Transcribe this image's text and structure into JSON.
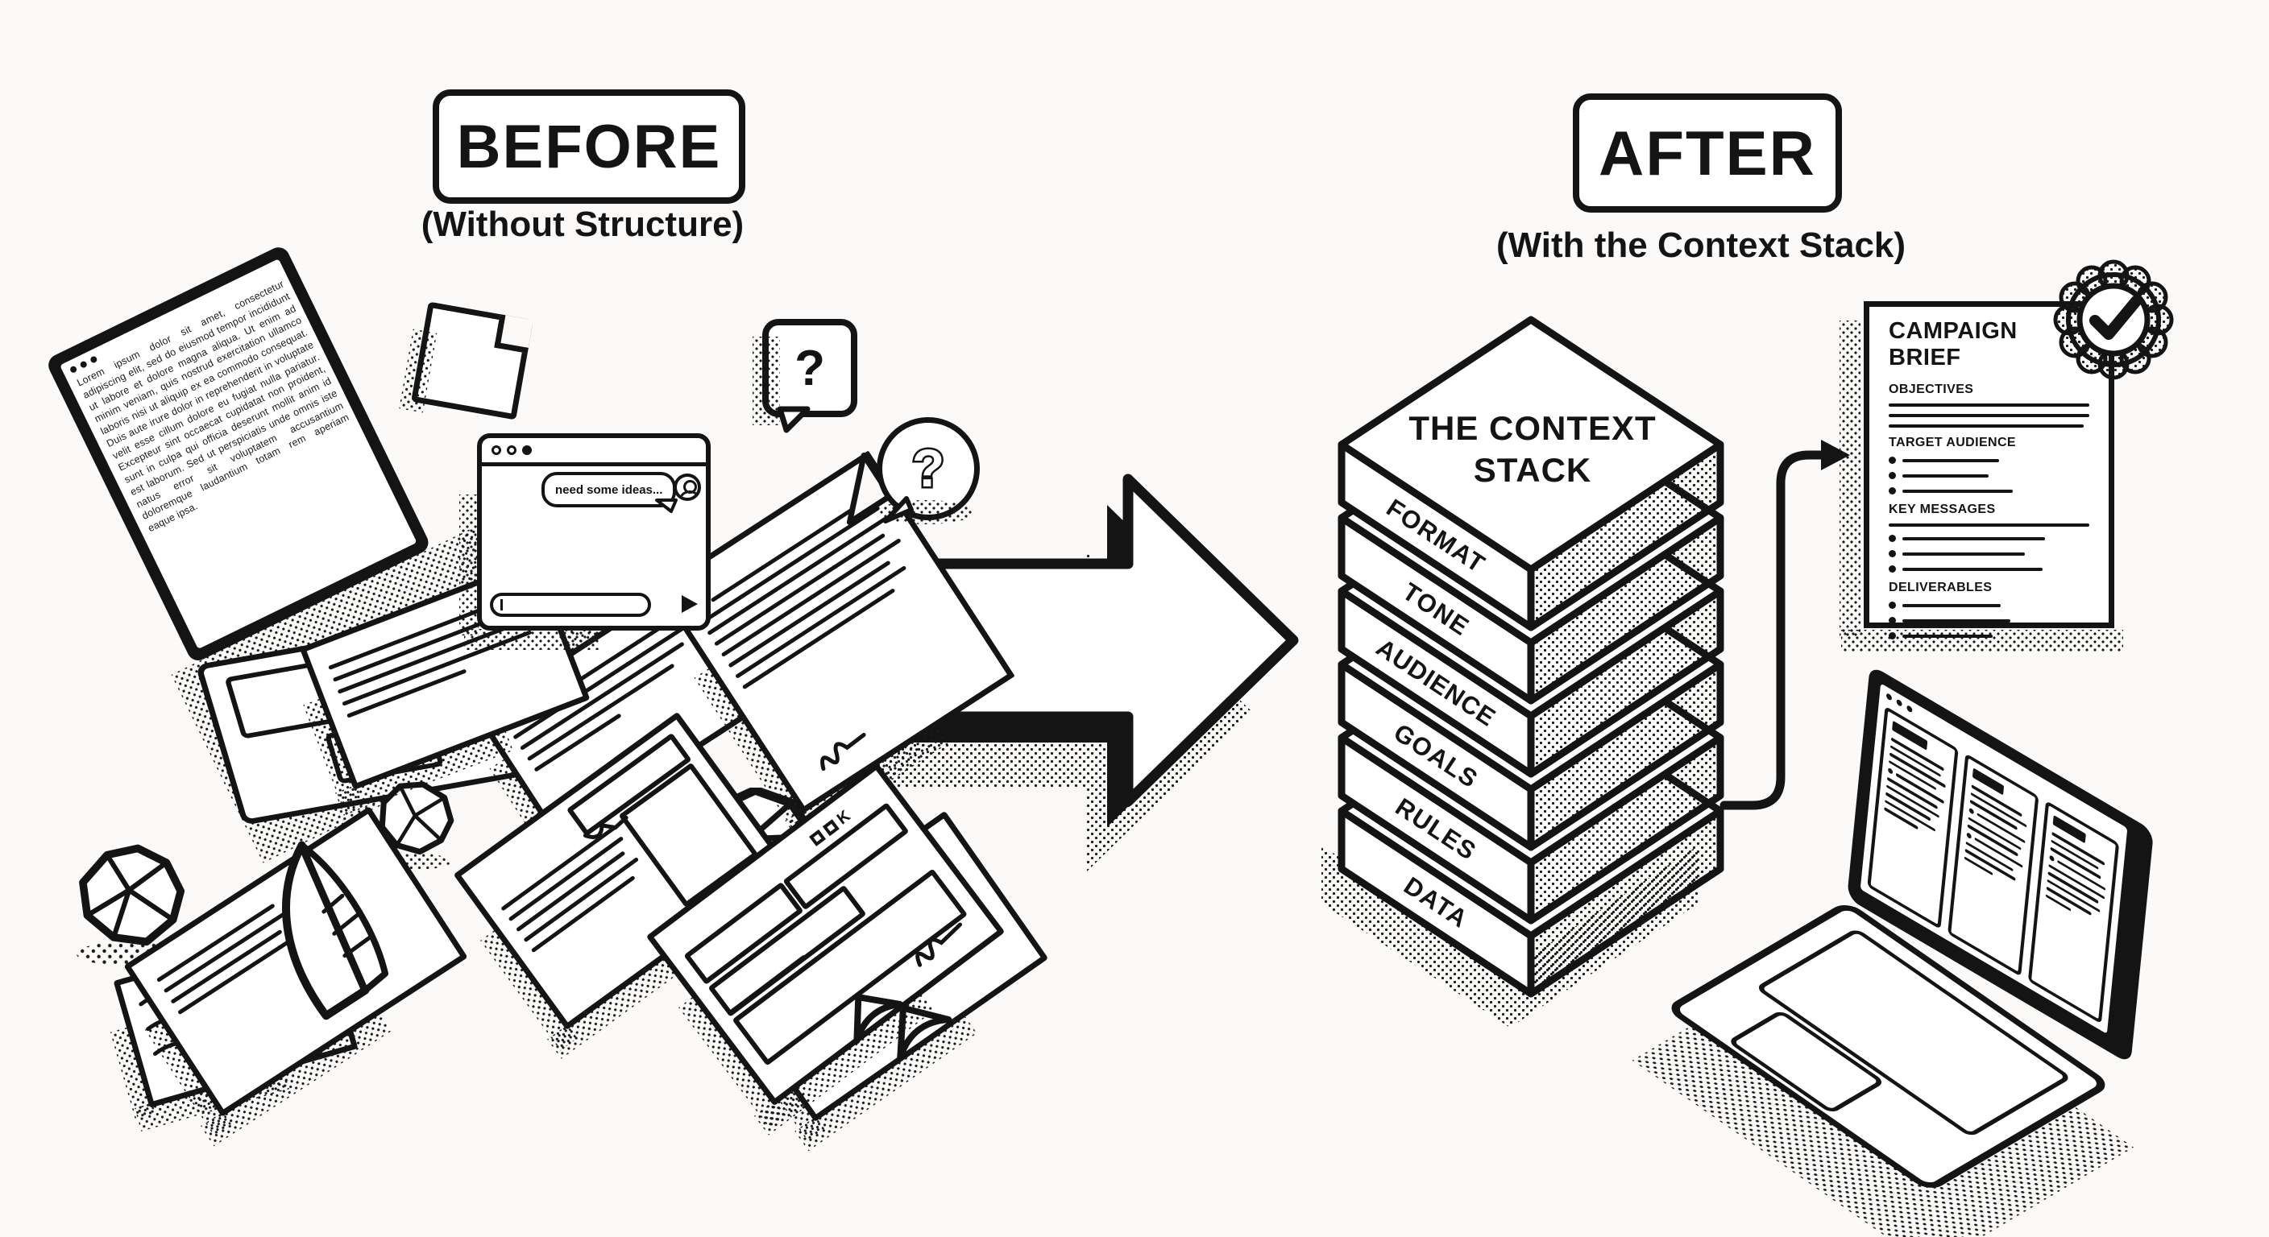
{
  "header": {
    "before_title": "BEFORE",
    "before_subtitle": "(Without Structure)",
    "after_title": "AFTER",
    "after_subtitle": "(With the Context Stack)"
  },
  "before_scene": {
    "question_mark": "?",
    "chat_message": "need some ideas...",
    "form_mark": "K",
    "laptop_text": "Lorem ipsum dolor sit amet, consectetur adipiscing elit, sed do eiusmod tempor incididunt ut labore et dolore magna aliqua. Ut enim ad minim veniam, quis nostrud exercitation ullamco laboris nisi ut aliquip ex ea commodo consequat. Duis aute irure dolor in reprehenderit in voluptate velit esse cillum dolore eu fugiat nulla pariatur. Excepteur sint occaecat cupidatat non proident, sunt in culpa qui officia deserunt mollit anim id est laborum. Sed ut perspiciatis unde omnis iste natus error sit voluptatem accusantium doloremque laudantium totam rem aperiam eaque ipsa."
  },
  "stack": {
    "top_line1": "THE CONTEXT",
    "top_line2": "STACK",
    "layers": [
      "FORMAT",
      "TONE",
      "AUDIENCE",
      "GOALS",
      "RULES",
      "DATA"
    ]
  },
  "brief": {
    "title": "CAMPAIGN BRIEF",
    "section1": "OBJECTIVES",
    "section2": "TARGET AUDIENCE",
    "section3": "KEY MESSAGES",
    "section4": "DELIVERABLES",
    "badge_icon": "checkmark"
  },
  "colors": {
    "ink": "#141414",
    "background": "#fbfaf8",
    "paper": "#ffffff"
  }
}
